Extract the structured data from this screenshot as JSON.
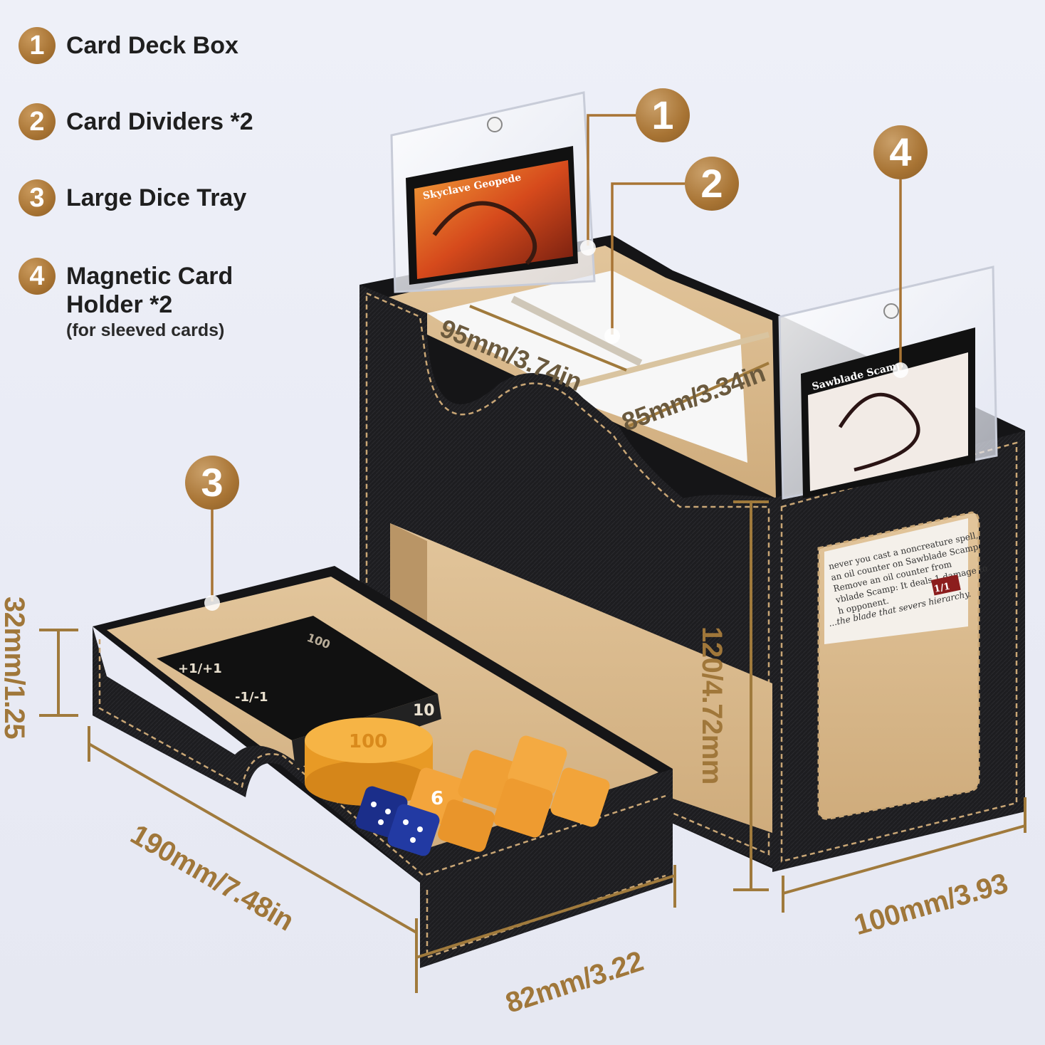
{
  "legend": {
    "items": [
      {
        "number": "1",
        "label": "Card Deck Box"
      },
      {
        "number": "2",
        "label": "Card Dividers *2"
      },
      {
        "number": "3",
        "label": "Large Dice Tray"
      },
      {
        "number": "4",
        "label": "Magnetic Card Holder *2",
        "label_line1": "Magnetic Card",
        "label_line2": "Holder *2",
        "note": "(for sleeved cards)"
      }
    ]
  },
  "callouts": {
    "one": "1",
    "two": "2",
    "three": "3",
    "four": "4"
  },
  "dimensions": {
    "compartment_length": "95mm/3.74in",
    "compartment_width": "85mm/3.34in",
    "box_height": "120/4.72mm",
    "box_width": "100mm/3.93",
    "tray_height": "32mm/1.25",
    "tray_length": "190mm/7.48in",
    "tray_width": "82mm/3.22"
  },
  "cards": {
    "card_left_name": "Skyclave Geopede",
    "card_right_name": "Sawblade Scamp",
    "card_right_text": "...never you cast a noncreature spell, ...an oil counter on Sawblade Scamp. Remove an oil counter from ...vblade Scamp: It deals 1 damage to ...h opponent.",
    "card_right_flavor": "...the blade that severs hierarchy.",
    "card_right_pt": "1/1"
  },
  "dice": {
    "counter_labels": [
      "+1/+1",
      "-1/-1",
      "100",
      "10"
    ],
    "token_label": "100",
    "d6_label": "6"
  },
  "colors": {
    "accent": "#a87434",
    "leather": "#1c1c1e",
    "felt": "#d9b98e",
    "stitch": "#c9a675"
  }
}
